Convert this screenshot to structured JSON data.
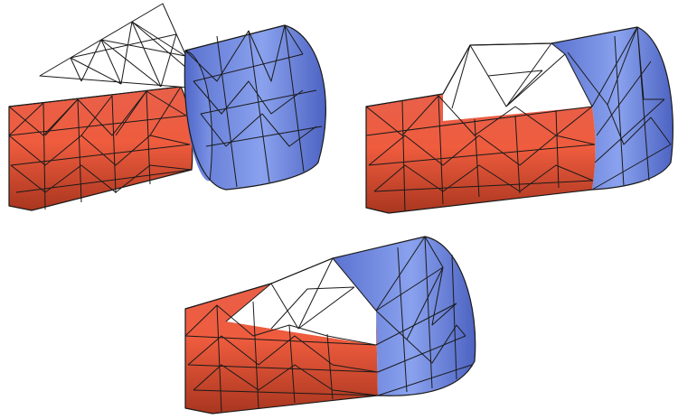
{
  "figure": {
    "panels": [
      {
        "id": "separate-parts",
        "parts": [
          "red-cylinder",
          "blue-cylinder",
          "white-patch"
        ]
      },
      {
        "id": "patch-blended",
        "parts": [
          "red-cylinder",
          "blue-cylinder",
          "white-patch"
        ]
      },
      {
        "id": "final-merged",
        "parts": [
          "red-cylinder",
          "blue-cylinder",
          "white-patch"
        ]
      }
    ],
    "colors": {
      "red": "#e8583c",
      "red_dark": "#b33a24",
      "blue": "#6c86e2",
      "blue_light": "#9db2f2",
      "blue_dark": "#4a5fbd",
      "white": "#ffffff",
      "edge": "#1a1a1a"
    }
  }
}
